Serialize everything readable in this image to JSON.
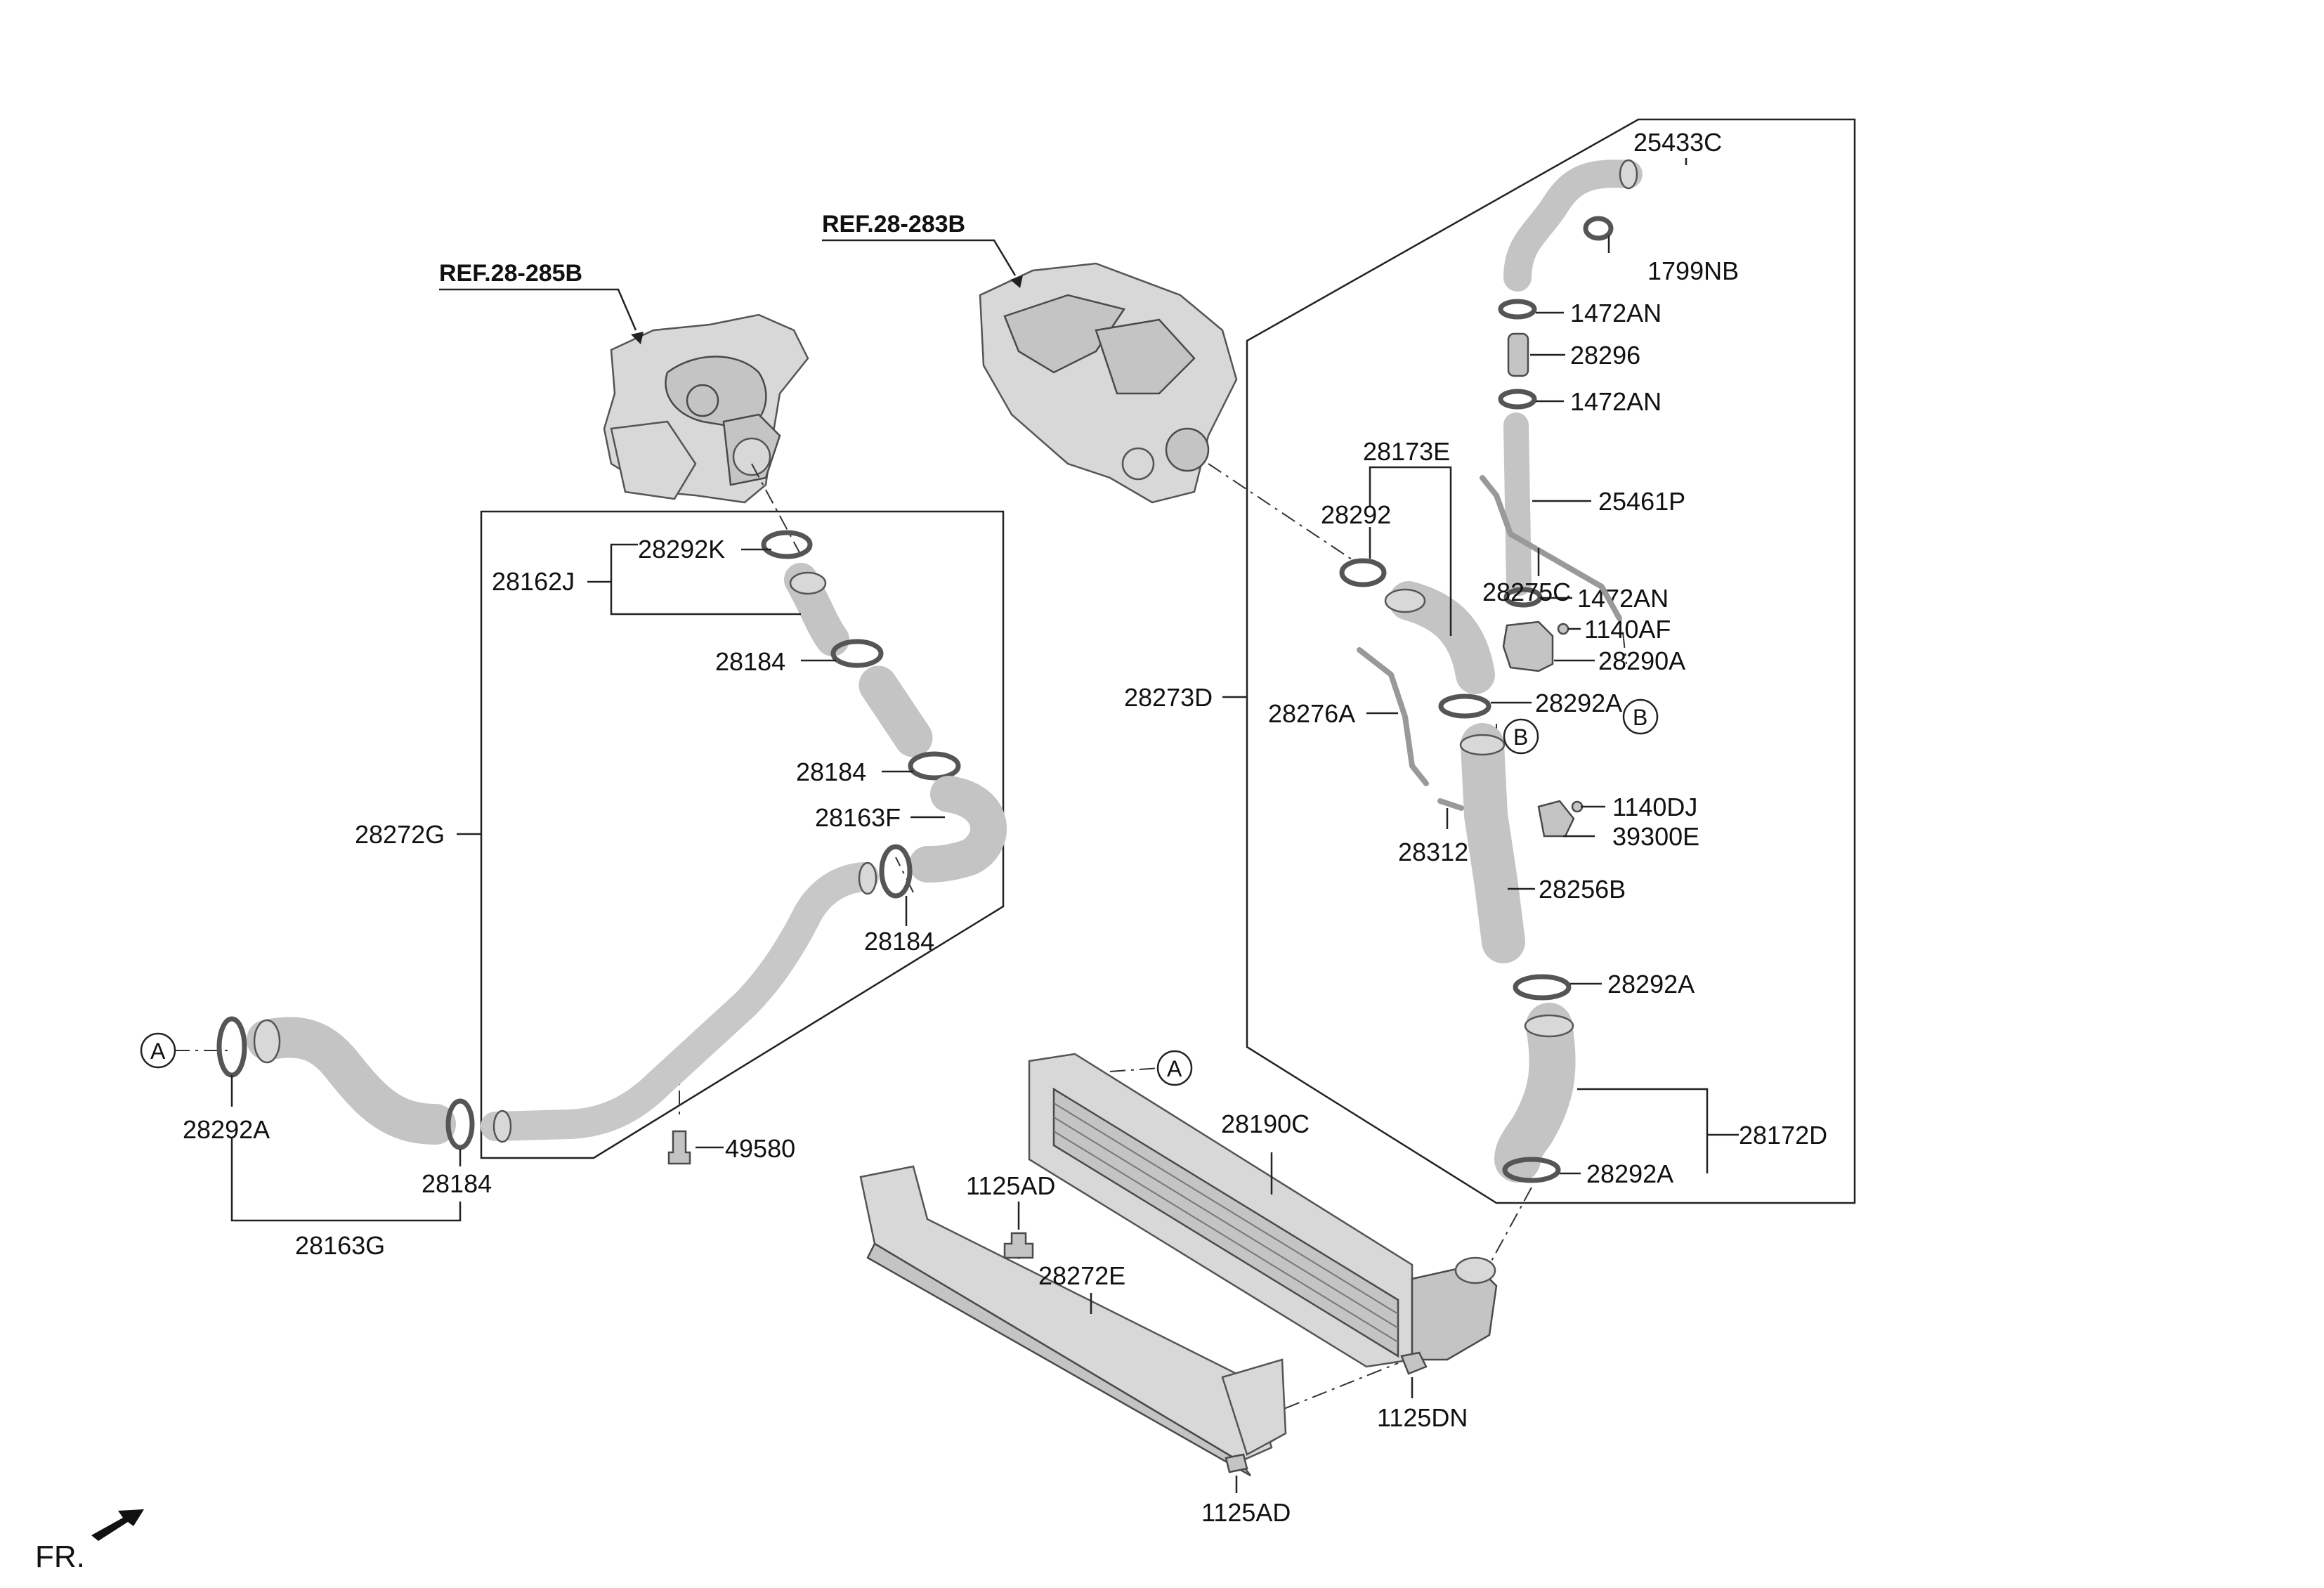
{
  "references": {
    "turbo": "REF.28-285B",
    "intake_manifold": "REF.28-283B"
  },
  "direction_label": "FR.",
  "callouts": {
    "a": "A",
    "b": "B"
  },
  "part_labels": {
    "p28292K": "28292K",
    "p28162J": "28162J",
    "p28184_upper": "28184",
    "p28184_middle": "28184",
    "p28163F": "28163F",
    "p28272G": "28272G",
    "p28184_lower": "28184",
    "p28292A_left": "28292A",
    "p28184_left": "28184",
    "p28163G": "28163G",
    "p49580": "49580",
    "p25433C": "25433C",
    "p1799NB": "1799NB",
    "p1472AN_1": "1472AN",
    "p28296": "28296",
    "p1472AN_2": "1472AN",
    "p25461P": "25461P",
    "p28173E": "28173E",
    "p28292": "28292",
    "p28275C": "28275C",
    "p1472AN_3": "1472AN",
    "p1140AF": "1140AF",
    "p28290A": "28290A",
    "p28273D": "28273D",
    "p28276A": "28276A",
    "p28292A_1": "28292A",
    "p1140DJ": "1140DJ",
    "p39300E": "39300E",
    "p28312": "28312",
    "p28256B": "28256B",
    "p28292A_2": "28292A",
    "p28172D": "28172D",
    "p28292A_3": "28292A",
    "p28190C": "28190C",
    "p1125AD_upper": "1125AD",
    "p28272E": "28272E",
    "p1125DN": "1125DN",
    "p1125AD_lower": "1125AD"
  },
  "colors": {
    "line": "#222222",
    "part_fill": "#c4c4c4",
    "part_light": "#d8d8d8",
    "background": "#ffffff"
  }
}
